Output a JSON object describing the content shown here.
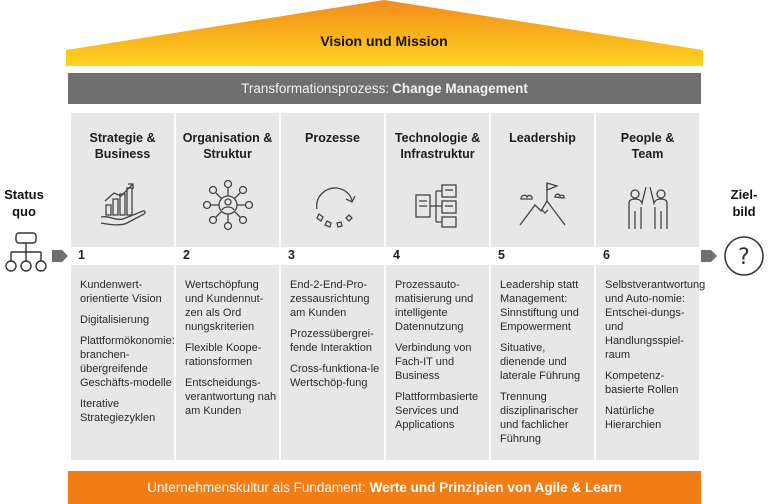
{
  "roof": {
    "title": "Vision und Mission",
    "color_top": "#f28c1e",
    "color_bottom": "#ffd21f"
  },
  "band": {
    "prefix": "Transformationsprozess:",
    "emphasis": "Change Management",
    "color": "#6f6f6f"
  },
  "status_quo": {
    "label_line1": "Status",
    "label_line2": "quo",
    "icon": "org-chart-icon"
  },
  "zielbild": {
    "label_line1": "Ziel-",
    "label_line2": "bild",
    "icon": "question-circle-icon"
  },
  "columns": [
    {
      "title_line1": "Strategie &",
      "title_line2": "Business",
      "number": "1",
      "icon": "growth-chart-hand-icon",
      "items": [
        "Kundenwert-orientierte Vision",
        "Digitalisierung",
        "Plattformökonomie: branchen-übergreifende Geschäfts-modelle",
        "Iterative Strategiezyklen"
      ]
    },
    {
      "title_line1": "Organisation &",
      "title_line2": "Struktur",
      "number": "2",
      "icon": "network-people-icon",
      "items": [
        "Wertschöpfung und Kundennut-zen als Ord nungskriterien",
        "Flexible Koope-rationsformen",
        "Entscheidungs-verantwortung nah am Kunden"
      ]
    },
    {
      "title_line1": "Prozesse",
      "title_line2": "",
      "number": "3",
      "icon": "circular-arrow-icon",
      "items": [
        "End-2-End-Pro-zessausrichtung am Kunden",
        "Prozessübergrei-fende Interaktion",
        "Cross-funktiona-le Wertschöp-fung"
      ]
    },
    {
      "title_line1": "Technologie &",
      "title_line2": "Infrastruktur",
      "number": "4",
      "icon": "server-infrastructure-icon",
      "items": [
        "Prozessauto-matisierung und intelligente Datennutzung",
        "Verbindung von Fach-IT und Business",
        "Plattformbasierte Services und Applications"
      ]
    },
    {
      "title_line1": "Leadership",
      "title_line2": "",
      "number": "5",
      "icon": "mountain-flag-icon",
      "items": [
        "Leadership statt Management: Sinnstiftung und Empowerment",
        "Situative, dienende und laterale Führung",
        "Trennung disziplinarischer und fachlicher Führung"
      ]
    },
    {
      "title_line1": "People &",
      "title_line2": "Team",
      "number": "6",
      "icon": "team-high-five-icon",
      "items": [
        "Selbstverantwortung und Auto-nomie: Entschei-dungs- und Handlungsspiel-raum",
        "Kompetenz-basierte Rollen",
        "Natürliche Hierarchien"
      ]
    }
  ],
  "foundation": {
    "prefix": "Unternehmenskultur als Fundament:",
    "emphasis": "Werte und Prinzipien von Agile & Learn",
    "color": "#f07d16"
  }
}
